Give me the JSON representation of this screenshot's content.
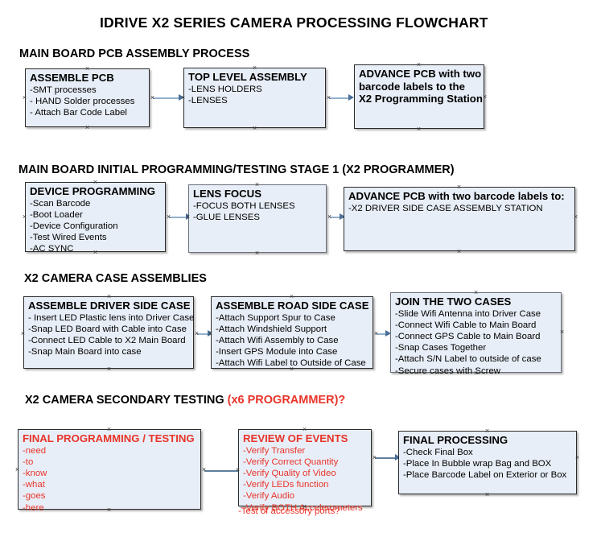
{
  "document": {
    "title": "IDRIVE X2  SERIES CAMERA PROCESSING FLOWCHART"
  },
  "colors": {
    "box_fill": "#e8eef7",
    "box_border": "#2b2b2b",
    "connector": "#93b0cc",
    "arrow": "#4a6f99",
    "red_text": "#e8342a",
    "black_text": "#000000"
  },
  "sections": [
    {
      "heading": "MAIN BOARD PCB ASSEMBLY PROCESS",
      "heading_red": "",
      "nodes": [
        {
          "title": "ASSEMBLE PCB",
          "lines": [
            "-SMT processes",
            "- HAND Solder processes",
            "- Attach Bar Code Label"
          ]
        },
        {
          "title": "TOP LEVEL ASSEMBLY",
          "lines": [
            "-LENS HOLDERS",
            "-LENSES"
          ]
        },
        {
          "title": "ADVANCE PCB with two",
          "lines": [
            "barcode labels to the",
            " X2 Programming Station"
          ]
        }
      ]
    },
    {
      "heading": "MAIN BOARD INITIAL PROGRAMMING/TESTING STAGE 1 (X2 PROGRAMMER)",
      "heading_red": "",
      "nodes": [
        {
          "title": "DEVICE PROGRAMMING",
          "lines": [
            "-Scan Barcode",
            "-Boot Loader",
            "-Device Configuration",
            "-Test Wired Events",
            "-AC SYNC"
          ]
        },
        {
          "title": "LENS FOCUS",
          "lines": [
            "-FOCUS BOTH LENSES",
            "-GLUE LENSES"
          ]
        },
        {
          "title": "ADVANCE PCB with two barcode labels to:",
          "lines": [
            "-X2 DRIVER  SIDE  CASE  ASSEMBLY STATION"
          ]
        }
      ]
    },
    {
      "heading": "X2 CAMERA CASE ASSEMBLIES",
      "heading_red": "",
      "nodes": [
        {
          "title": "ASSEMBLE DRIVER SIDE CASE",
          "lines": [
            "- Insert LED Plastic lens into Driver Case",
            "-Snap LED Board with Cable into Case",
            "-Connect LED Cable to X2 Main Board",
            "-Snap Main Board into case"
          ]
        },
        {
          "title": "ASSEMBLE ROAD SIDE CASE",
          "lines": [
            "-Attach Support Spur to Case",
            "-Attach Windshield Support",
            "-Attach Wifi Assembly to Case",
            "-Insert GPS Module into Case",
            "-Attach Wifi Label to Outside of Case"
          ]
        },
        {
          "title": "JOIN THE TWO CASES",
          "lines": [
            "-Slide Wifi Antenna into Driver Case",
            "-Connect Wifi Cable to Main Board",
            "-Connect GPS Cable to Main Board",
            "-Snap Cases Together",
            "-Attach S/N Label to outside of case",
            "-Secure cases with Screw"
          ]
        }
      ]
    },
    {
      "heading": "X2 CAMERA SECONDARY TESTING ",
      "heading_red": "(x6 PROGRAMMER)?",
      "nodes": [
        {
          "title": "FINAL PROGRAMMING / TESTING",
          "lines": [
            "-need",
            "-to",
            "-know",
            "-what",
            "-goes",
            "-here"
          ]
        },
        {
          "title": "REVIEW OF EVENTS",
          "lines": [
            "-Verify Transfer",
            "-Verify Correct Quantity",
            "-Verify Quality of Video",
            "-Verify LEDs function",
            "-Verify Audio",
            "-Verify BOTH Accelerometers",
            "-Test of accessory ports?"
          ]
        },
        {
          "title": "FINAL PROCESSING",
          "lines": [
            " -Check Final Box",
            "-Place In Bubble wrap Bag and BOX",
            "-Place Barcode Label on Exterior or Box"
          ]
        }
      ]
    }
  ]
}
